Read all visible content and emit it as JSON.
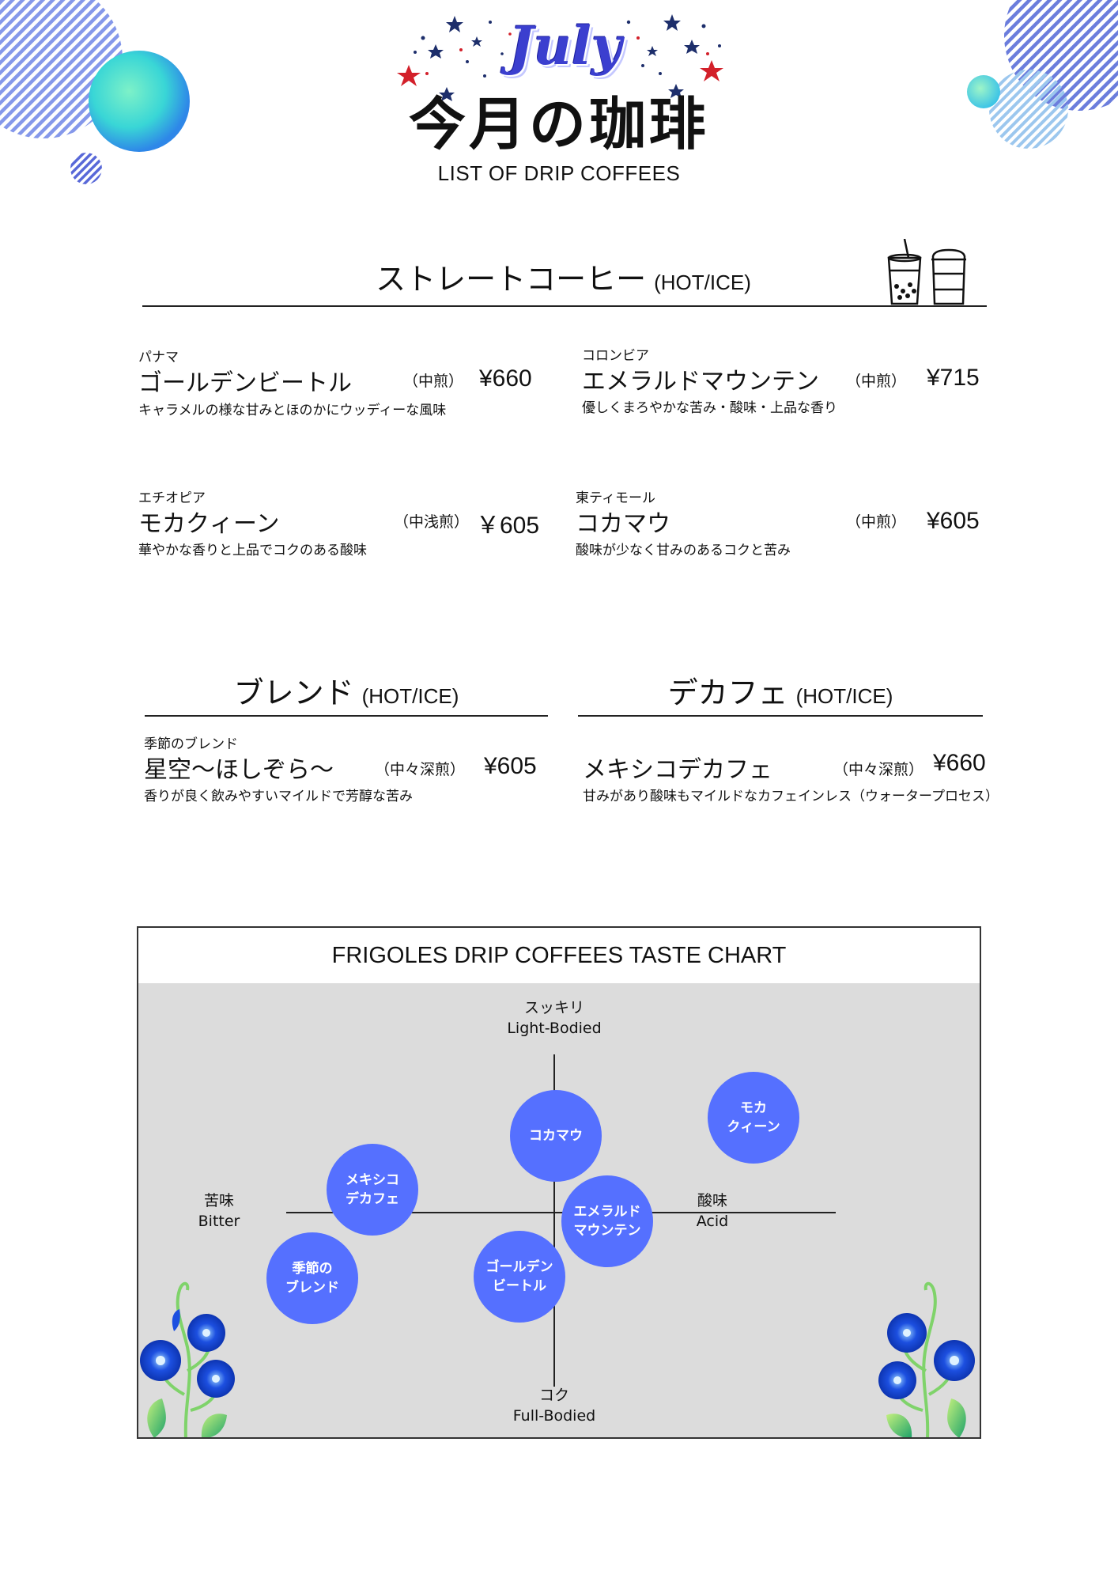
{
  "header": {
    "month": "July",
    "title": "今月の珈琲",
    "subtitle": "LIST OF DRIP COFFEES"
  },
  "straight": {
    "title": "ストレートコーヒー",
    "tag": "(HOT/ICE)",
    "items": [
      {
        "origin": "パナマ",
        "name": "ゴールデンビートル",
        "roast": "（中煎）",
        "price": "¥660",
        "desc": "キャラメルの様な甘みとほのかにウッディーな風味"
      },
      {
        "origin": "コロンビア",
        "name": "エメラルドマウンテン",
        "roast": "（中煎）",
        "price": "¥715",
        "desc": "優しくまろやかな苦み・酸味・上品な香り"
      },
      {
        "origin": "エチオピア",
        "name": "モカクィーン",
        "roast": "（中浅煎）",
        "price": "￥605",
        "desc": "華やかな香りと上品でコクのある酸味"
      },
      {
        "origin": "東ティモール",
        "name": "コカマウ",
        "roast": "（中煎）",
        "price": "¥605",
        "desc": "酸味が少なく甘みのあるコクと苦み"
      }
    ]
  },
  "blend": {
    "title": "ブレンド",
    "tag": "(HOT/ICE)",
    "item": {
      "origin": "季節のブレンド",
      "name": "星空～ほしぞら～",
      "roast": "（中々深煎）",
      "price": "¥605",
      "desc": "香りが良く飲みやすいマイルドで芳醇な苦み"
    }
  },
  "decaf": {
    "title": "デカフェ",
    "tag": "(HOT/ICE)",
    "item": {
      "name": "メキシコデカフェ",
      "roast": "（中々深煎）",
      "price": "¥660",
      "desc": "甘みがあり酸味もマイルドなカフェインレス（ウォータープロセス）"
    }
  },
  "taste_chart": {
    "title": "FRIGOLES DRIP COFFEES TASTE CHART",
    "top": {
      "jp": "スッキリ",
      "en": "Light-Bodied"
    },
    "bottom": {
      "jp": "コク",
      "en": "Full-Bodied"
    },
    "left": {
      "jp": "苦味",
      "en": "Bitter"
    },
    "right": {
      "jp": "酸味",
      "en": "Acid"
    },
    "bubbles": [
      {
        "line1": "コカマウ",
        "line2": ""
      },
      {
        "line1": "モカ",
        "line2": "クィーン"
      },
      {
        "line1": "メキシコ",
        "line2": "デカフェ"
      },
      {
        "line1": "エメラルド",
        "line2": "マウンテン"
      },
      {
        "line1": "季節の",
        "line2": "ブレンド"
      },
      {
        "line1": "ゴールデン",
        "line2": "ビートル"
      }
    ],
    "bubble_color": "#5570ff",
    "background_color": "#dcdcdc"
  },
  "colors": {
    "accent_blue": "#3b3fcf",
    "star_red": "#d3202a",
    "star_navy": "#1d2e6b"
  }
}
